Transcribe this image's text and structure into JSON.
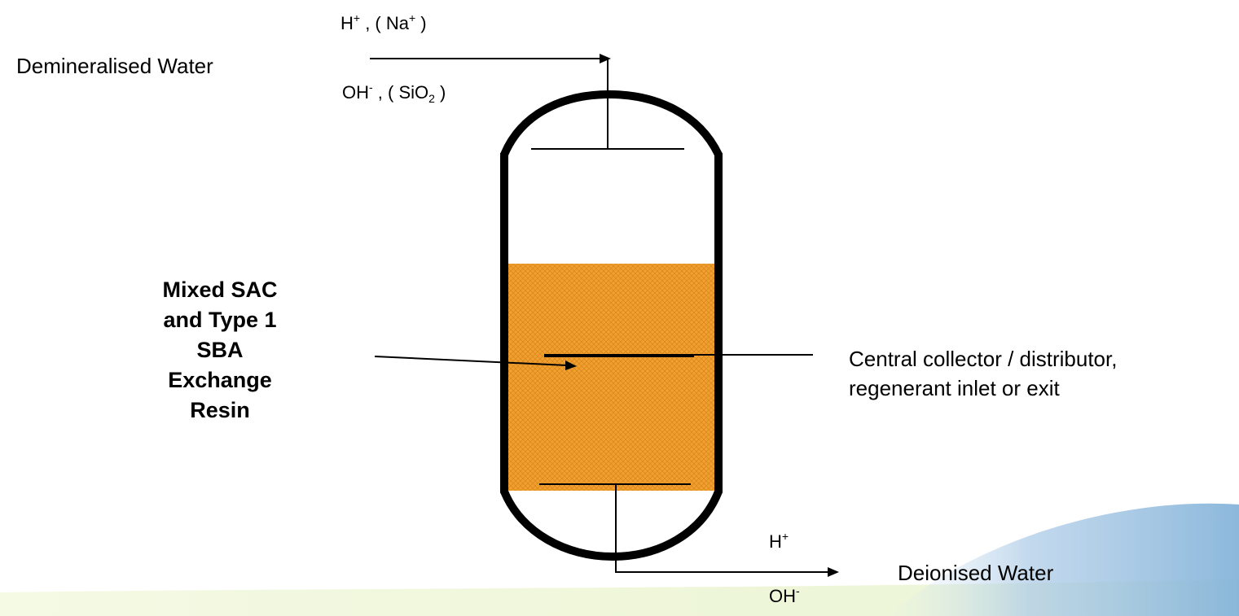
{
  "inlet": {
    "label": "Demineralised Water",
    "ions_top": {
      "ion1": "H",
      "ion1_charge": "+",
      "sep": " , ( ",
      "ion2": "Na",
      "ion2_charge": "+",
      "close": " )"
    },
    "ions_bottom": {
      "ion1": "OH",
      "ion1_charge": "-",
      "sep": " , ( ",
      "ion2": "SiO",
      "ion2_sub": "2",
      "close": " )"
    }
  },
  "resin": {
    "lines": [
      "Mixed SAC",
      "and Type 1",
      "SBA",
      "Exchange",
      "Resin"
    ],
    "fill_color": "#f0a030",
    "hatch_color": "#d98418"
  },
  "collector": {
    "lines": [
      "Central collector / distributor,",
      "regenerant inlet or exit"
    ]
  },
  "outlet": {
    "label": "Deionised Water",
    "ion_top": {
      "ion": "H",
      "charge": "+"
    },
    "ion_bottom": {
      "ion": "OH",
      "charge": "-"
    }
  },
  "colors": {
    "vessel_stroke": "#000000",
    "background_swoosh_blue": "#7fb0d8",
    "background_swoosh_green": "#e8f3c8"
  }
}
